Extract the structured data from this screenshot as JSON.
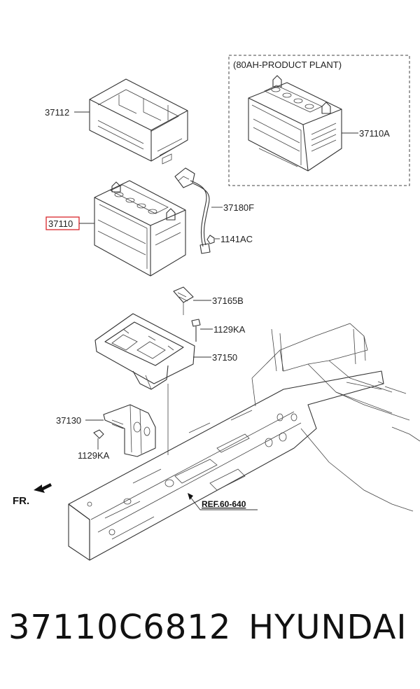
{
  "diagram": {
    "inset_title": "(80AH-PRODUCT PLANT)",
    "labels": {
      "tray_cover": "37112",
      "battery_alt": "37110A",
      "battery": "37110",
      "cable": "37180F",
      "bolt_cable": "1141AC",
      "clamp": "37165B",
      "bolt_tray": "1129KA",
      "tray": "37150",
      "bracket": "37130",
      "bolt_bracket": "1129KA"
    },
    "highlighted_label": "battery",
    "ref": "REF.60-640",
    "front": "FR."
  },
  "caption": {
    "part_number": "37110C6812",
    "brand": "HYUNDAI"
  },
  "colors": {
    "highlight": "#d9262b",
    "line": "#333333"
  }
}
